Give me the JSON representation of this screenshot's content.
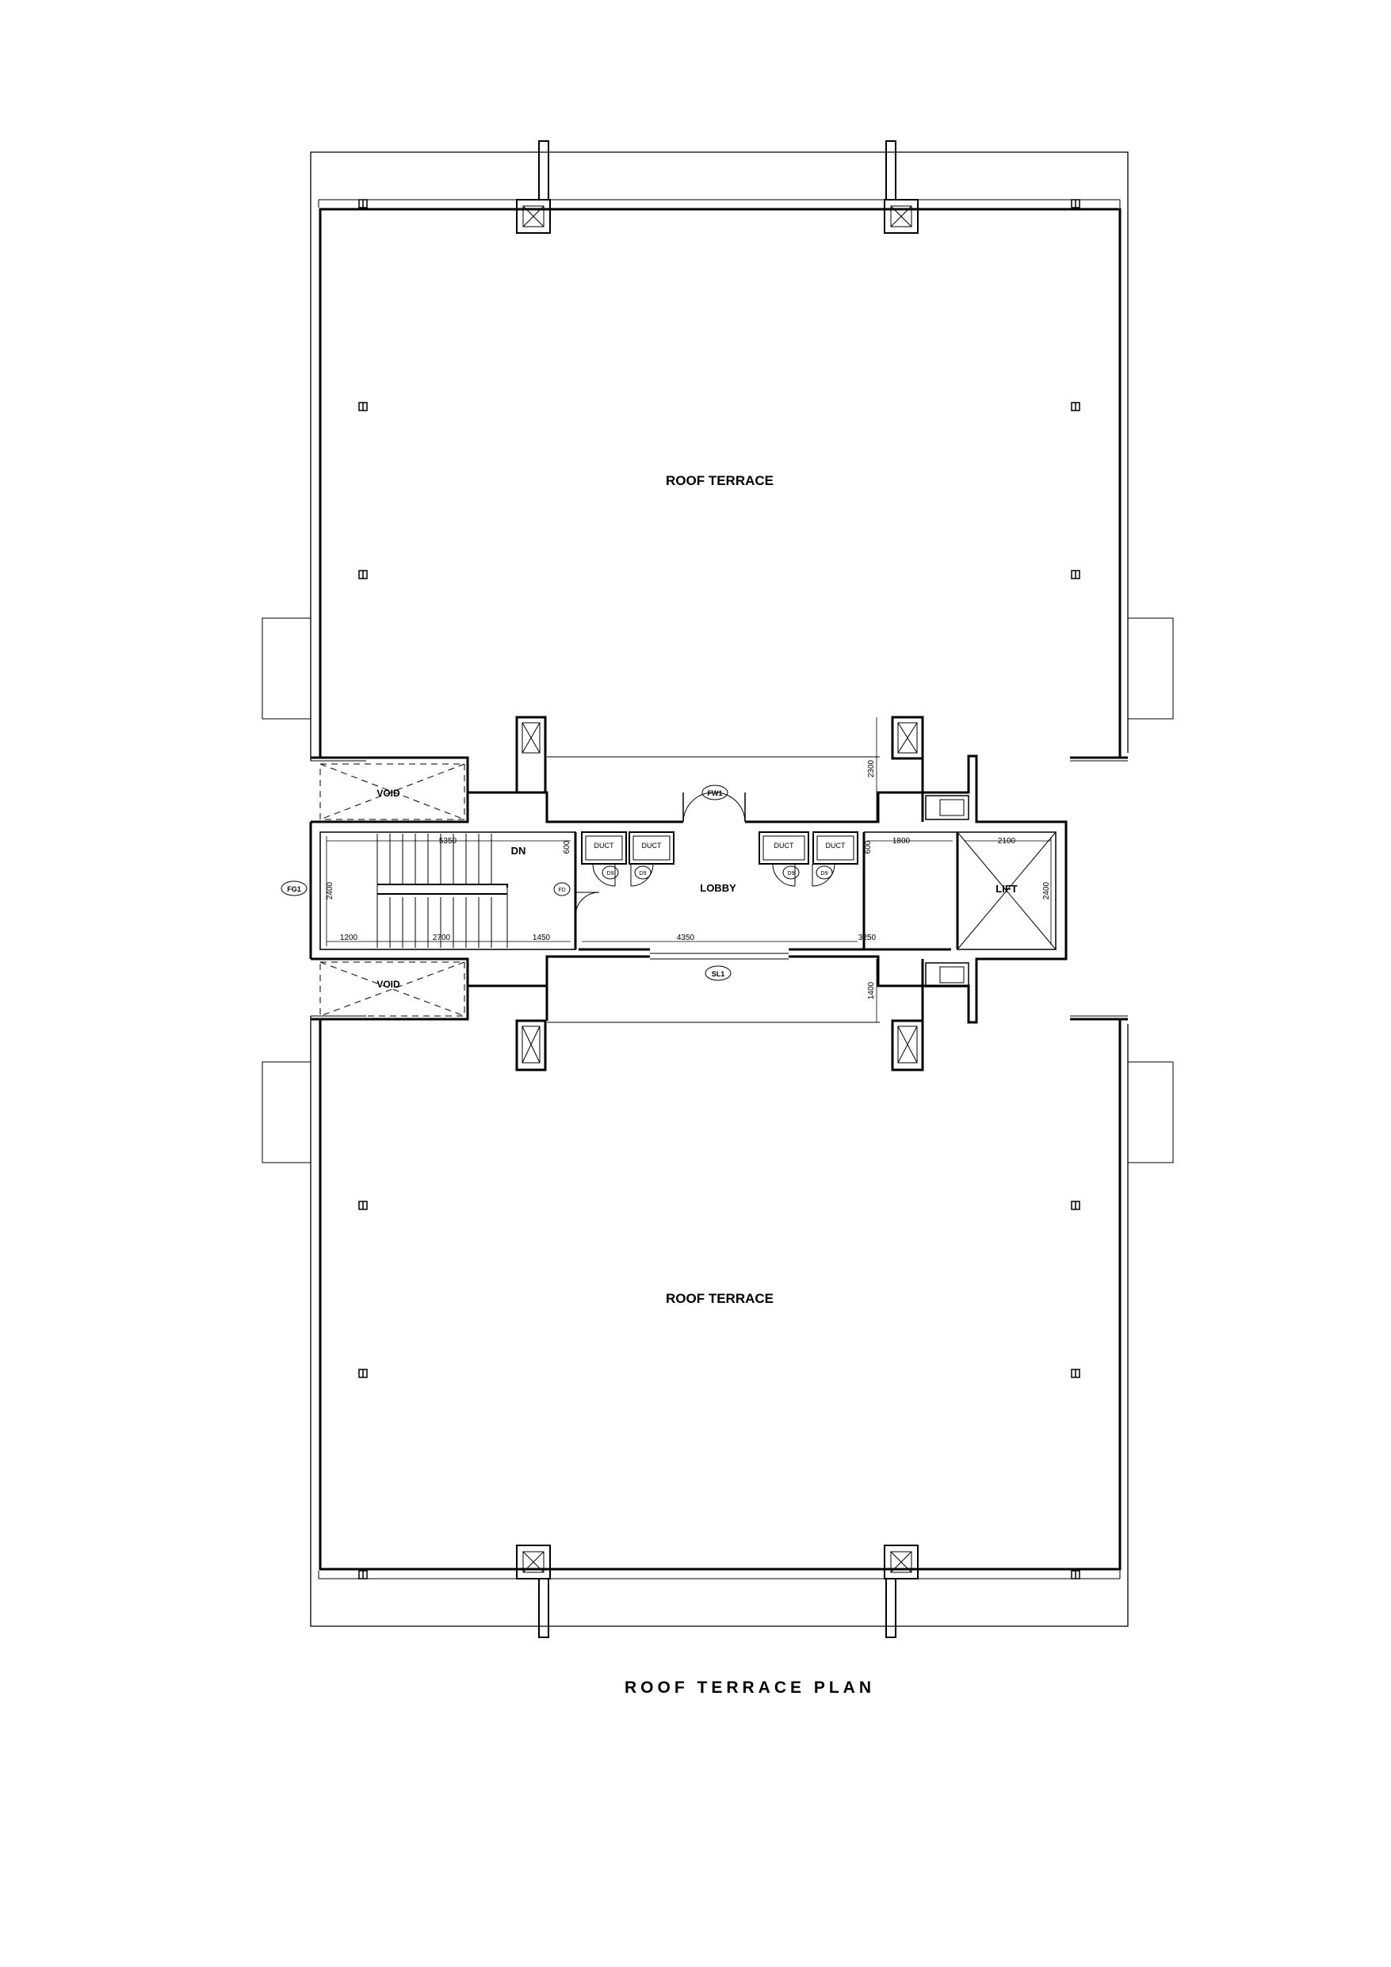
{
  "title": "ROOF TERRACE PLAN",
  "rooms": {
    "roof_terrace_north": "ROOF TERRACE",
    "roof_terrace_south": "ROOF TERRACE",
    "void_north": "VOID",
    "void_south": "VOID",
    "lobby": "LOBBY",
    "lift": "LIFT",
    "duct_1": "DUCT",
    "duct_2": "DUCT",
    "duct_3": "DUCT",
    "duct_4": "DUCT",
    "stair_dir": "DN"
  },
  "tags": {
    "fw1": "FW1",
    "fg1": "FG1",
    "fd": "FD",
    "sl1": "SL1",
    "d9": "D9"
  },
  "dimensions": {
    "stair_length": "5350",
    "stair_width": "2400",
    "d_1200": "1200",
    "d_2700": "2700",
    "d_1450": "1450",
    "d_4350": "4350",
    "d_3250": "3250",
    "d_1800": "1800",
    "d_2100": "2100",
    "lift_depth": "2400",
    "duct_depth_left": "600",
    "duct_depth_right": "600",
    "d_2300": "2300",
    "d_1400": "1400"
  }
}
